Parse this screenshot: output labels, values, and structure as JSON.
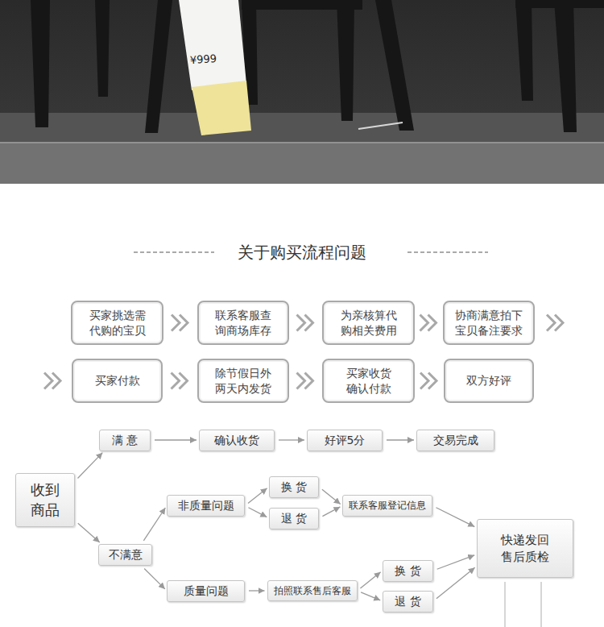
{
  "diagram": {
    "title": "关于购买流程问题",
    "nodes": [
      {
        "text": [
          "买家挑选需 代购的宝贝"
        ]
      },
      {
        "text": [
          "联系客服查 询商场库存"
        ]
      },
      {
        "text": [
          "为亲核算代 购相关费用"
        ]
      },
      {
        "text": [
          "协商满意拍下 宝贝备注要求"
        ]
      },
      {
        "text": [
          "买家付款"
        ]
      },
      {
        "text": [
          "除节假日外 两天内发货"
        ]
      },
      {
        "text": [
          "买家收货 确认付款"
        ]
      },
      {
        "text": [
          "双方好评"
        ]
      },
      {
        "text": [
          "收到 商品"
        ]
      },
      {
        "text": [
          "满 意"
        ]
      },
      {
        "text": [
          "确认收货"
        ]
      },
      {
        "text": [
          "好评5分"
        ]
      },
      {
        "text": [
          "交易完成"
        ]
      },
      {
        "text": [
          "不满意"
        ]
      },
      {
        "text": [
          "非质量问题"
        ]
      },
      {
        "text": [
          "换 货"
        ]
      },
      {
        "text": [
          "退 货"
        ]
      },
      {
        "text": [
          "联系客服登记信息"
        ]
      },
      {
        "text": [
          "质量问题"
        ]
      },
      {
        "text": [
          "拍照联系售后客服"
        ]
      },
      {
        "text": [
          "换 货"
        ]
      },
      {
        "text": [
          "退 货"
        ]
      },
      {
        "text": [
          "快递发回 售后质检"
        ]
      }
    ],
    "edges": [
      {
        "from": 0,
        "to": 1,
        "arrow": "to"
      },
      {
        "from": 1,
        "to": 2,
        "arrow": "to"
      },
      {
        "from": 2,
        "to": 3,
        "arrow": "to"
      },
      {
        "from": 3,
        "to": 4,
        "arrow": "to"
      },
      {
        "from": 4,
        "to": 5,
        "arrow": "to"
      },
      {
        "from": 5,
        "to": 6,
        "arrow": "to"
      },
      {
        "from": 6,
        "to": 7,
        "arrow": "to"
      },
      {
        "from": 8,
        "to": 9,
        "arrow": "to"
      },
      {
        "from": 9,
        "to": 10,
        "arrow": "to"
      },
      {
        "from": 10,
        "to": 11,
        "arrow": "to"
      },
      {
        "from": 11,
        "to": 12,
        "arrow": "to"
      },
      {
        "from": 8,
        "to": 13,
        "arrow": "to"
      },
      {
        "from": 13,
        "to": 14,
        "arrow": "to"
      },
      {
        "from": 14,
        "to": 15,
        "arrow": "to"
      },
      {
        "from": 14,
        "to": 16,
        "arrow": "to"
      },
      {
        "from": 15,
        "to": 17,
        "arrow": "to"
      },
      {
        "from": 16,
        "to": 17,
        "arrow": "to"
      },
      {
        "from": 17,
        "to": 22,
        "arrow": "to"
      },
      {
        "from": 13,
        "to": 18,
        "arrow": "to"
      },
      {
        "from": 18,
        "to": 19,
        "arrow": "to"
      },
      {
        "from": 19,
        "to": 20,
        "arrow": "to"
      },
      {
        "from": 19,
        "to": 21,
        "arrow": "to"
      },
      {
        "from": 20,
        "to": 22,
        "arrow": "to"
      },
      {
        "from": 21,
        "to": 22,
        "arrow": "to"
      }
    ],
    "labels": [
      "¥999"
    ]
  }
}
